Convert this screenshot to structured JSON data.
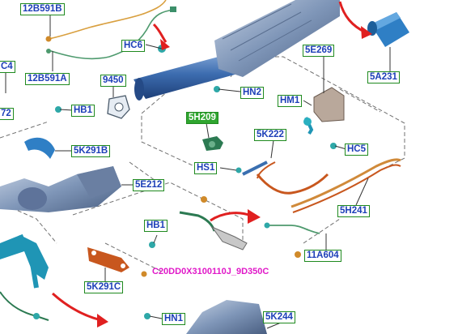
{
  "labels": {
    "12b591b_top": "12B591B",
    "hc6": "HC6",
    "c4_partial": "C4",
    "12b591a": "12B591A",
    "9450": "9450",
    "72_partial": "72",
    "hb1_top": "HB1",
    "hn2": "HN2",
    "5e269": "5E269",
    "hm1": "HM1",
    "5a231": "5A231",
    "5h209": "5H209",
    "5k222": "5K222",
    "5k291b": "5K291B",
    "hc5": "HC5",
    "hs1": "HS1",
    "5e212": "5E212",
    "5h241": "5H241",
    "hb1_mid": "HB1",
    "11a604": "11A604",
    "5k291c": "5K291C",
    "hn1": "HN1",
    "5k244": "5K244"
  },
  "caption": "C20DD0X3100110J_9D350C",
  "colors": {
    "callout_border": "#1f8a1f",
    "callout_text": "#1d3fb8",
    "callout_fill_highlight": "#2fa52f",
    "caption": "#e018c8",
    "arrow": "#e02020",
    "part_blue": "#3a6fb0",
    "part_teal": "#1f95b5",
    "gasket_orange": "#c8571e",
    "hose_orange": "#d08a3a",
    "connector": "#2ea8a8"
  }
}
